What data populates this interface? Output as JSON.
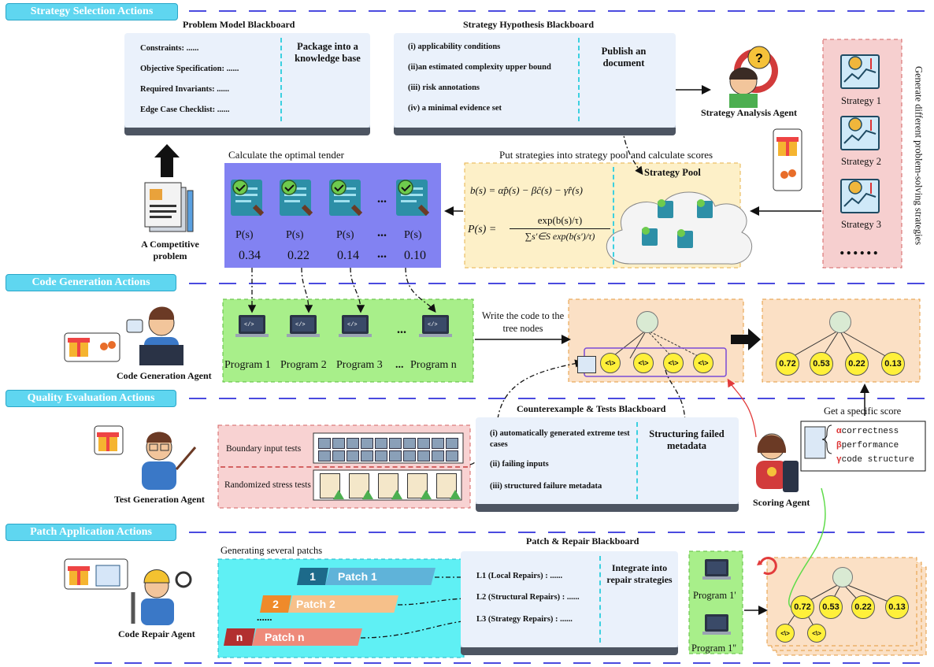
{
  "sections": {
    "strategy": "Strategy Selection Actions",
    "code": "Code Generation Actions",
    "quality": "Quality Evaluation Actions",
    "patch": "Patch Application Actions"
  },
  "problem_bb": {
    "title": "Problem Model Blackboard",
    "items": [
      "Constraints:  ......",
      "Objective Specification:  ......",
      "Required Invariants:  ......",
      "Edge Case Checklist:  ......"
    ],
    "package": "Package into a knowledge base"
  },
  "hypothesis_bb": {
    "title": "Strategy Hypothesis Blackboard",
    "items": [
      "(i) applicability conditions",
      "(ii)an estimated complexity upper bound",
      "(iii) risk annotations",
      "(iv) a minimal evidence set"
    ],
    "publish": "Publish an document"
  },
  "analysis_agent": "Strategy Analysis Agent",
  "strategies": [
    "Strategy 1",
    "Strategy 2",
    "Strategy 3"
  ],
  "strategies_more": "......",
  "generate_side": "Generate different problem-solving strategies",
  "competitive": "A Competitive problem",
  "tender": {
    "title": "Calculate the optimal tender",
    "ps": [
      "P(s)",
      "P(s)",
      "P(s)",
      "P(s)"
    ],
    "values": [
      "0.34",
      "0.22",
      "0.14",
      "0.10"
    ],
    "dots": "...",
    "dots2": "..."
  },
  "pool": {
    "caption": "Put strategies into strategy pool and calculate scores",
    "title": "Strategy Pool",
    "formula1": "b(s) = αp̂(s) − βĉ(s) − γr̂(s)",
    "formula2_lhs": "P(s) =",
    "formula2_num": "exp(b(s)/τ)",
    "formula2_den": "∑s′∈S exp(b(s′)/τ)"
  },
  "code_agent": "Code Generation Agent",
  "programs": [
    "Program 1",
    "Program 2",
    "Program 3",
    "Program n"
  ],
  "programs_dots": "...",
  "write_code": "Write the code to the tree nodes",
  "tree1_nodes": [
    "<\\>",
    "<\\>",
    "<\\>",
    "<\\>"
  ],
  "tree2_scores": [
    "0.72",
    "0.53",
    "0.22",
    "0.13"
  ],
  "get_score": "Get a specific score",
  "score_items": [
    {
      "sym": "α",
      "label": "correctness"
    },
    {
      "sym": "β",
      "label": "performance"
    },
    {
      "sym": "γ",
      "label": "code structure"
    }
  ],
  "scoring_agent": "Scoring Agent",
  "test_agent": "Test Generation Agent",
  "tests": {
    "boundary": "Boundary input tests",
    "random": "Randomized stress tests"
  },
  "counter_bb": {
    "title": "Counterexample & Tests Blackboard",
    "items": [
      "(i) automatically generated extreme test cases",
      "(ii) failing inputs",
      "(iii) structured failure metadata"
    ],
    "struct": "Structuring failed metadata"
  },
  "patch": {
    "title": "Generating several patchs",
    "p1_num": "1",
    "p1": "Patch 1",
    "p2_num": "2",
    "p2": "Patch 2",
    "pn_num": "n",
    "pn": "Patch n",
    "dots": "......"
  },
  "repair_bb": {
    "title": "Patch & Repair Blackboard",
    "items": [
      "L1 (Local Repairs) : ......",
      "L2 (Structural Repairs) : ......",
      "L3 (Strategy Repairs) : ......"
    ],
    "integrate": "Integrate into repair strategies"
  },
  "repair_agent": "Code Repair Agent",
  "programs_fixed": [
    "Program 1'",
    "Program 1''"
  ],
  "tree3_scores": [
    "0.72",
    "0.53",
    "0.22",
    "0.13"
  ],
  "tree3_leaves": [
    "<\\>",
    "<\\>"
  ]
}
